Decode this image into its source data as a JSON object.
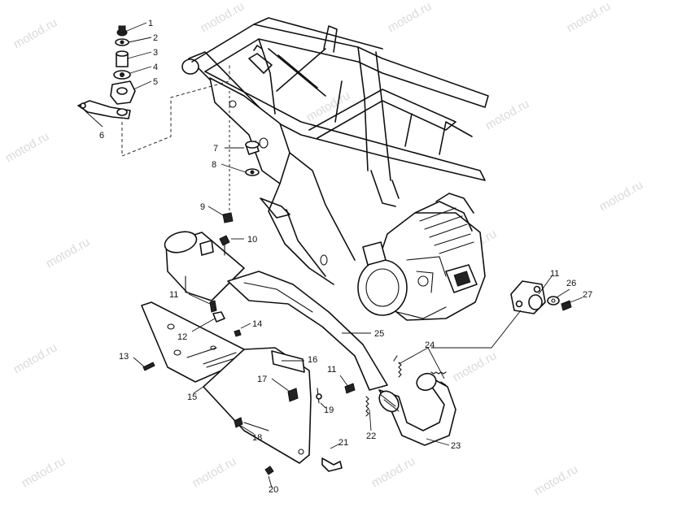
{
  "watermark": "motod.ru",
  "callouts": [
    "1",
    "2",
    "3",
    "4",
    "5",
    "6",
    "7",
    "8",
    "9",
    "10",
    "11",
    "12",
    "13",
    "14",
    "15",
    "16",
    "17",
    "18",
    "19",
    "20",
    "21",
    "22",
    "23",
    "24",
    "25",
    "26",
    "27",
    "11"
  ]
}
